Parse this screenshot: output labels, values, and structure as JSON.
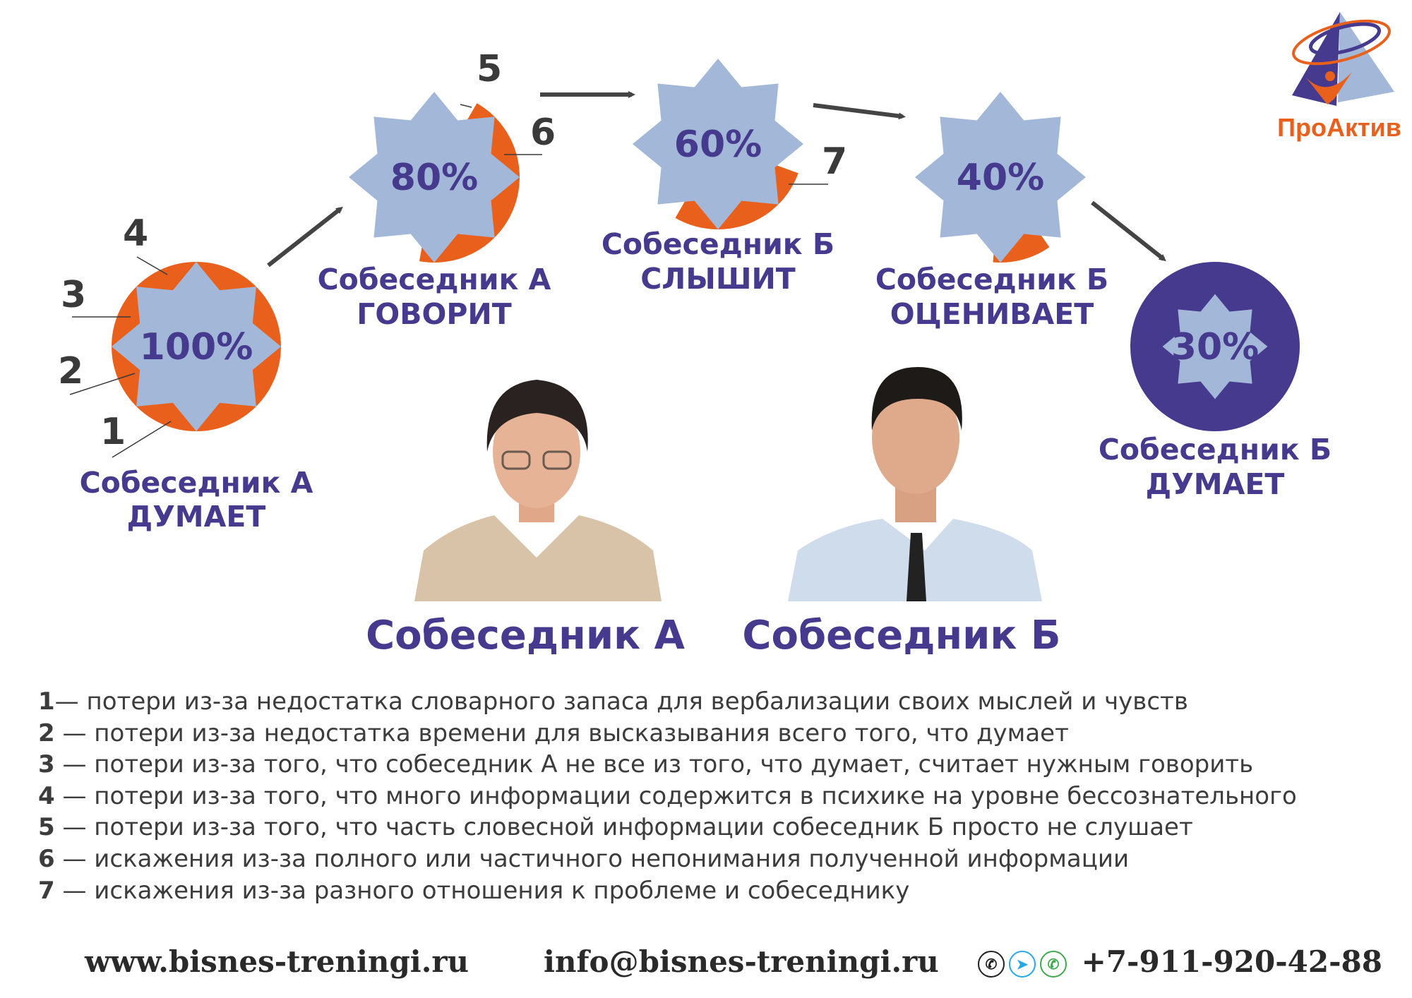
{
  "colors": {
    "star": "#a3b8d8",
    "orange": "#e8601c",
    "purple": "#463a8f",
    "dark": "#3a3a3a"
  },
  "logo": {
    "text": "ПроАктив"
  },
  "stages": [
    {
      "percent": "100%",
      "line1": "Собеседник А",
      "line2": "ДУМАЕТ"
    },
    {
      "percent": "80%",
      "line1": "Собеседник А",
      "line2": "ГОВОРИТ"
    },
    {
      "percent": "60%",
      "line1": "Собеседник Б",
      "line2": "СЛЫШИТ"
    },
    {
      "percent": "40%",
      "line1": "Собеседник Б",
      "line2": "ОЦЕНИВАЕТ"
    },
    {
      "percent": "30%",
      "line1": "Собеседник Б",
      "line2": "ДУМАЕТ"
    }
  ],
  "markers": [
    "1",
    "2",
    "3",
    "4",
    "5",
    "6",
    "7"
  ],
  "people": {
    "a": "Собеседник А",
    "b": "Собеседник Б"
  },
  "legend": [
    {
      "n": "1",
      "text": "— потери из-за недостатка словарного запаса для вербализации своих мыслей и чувств"
    },
    {
      "n": "2",
      "text": " — потери из-за недостатка времени для высказывания всего того, что думает"
    },
    {
      "n": "3",
      "text": " — потери из-за того, что собеседник А не все из того, что думает, считает нужным говорить"
    },
    {
      "n": "4",
      "text": " — потери из-за того, что много информации содержится в психике на уровне бессознательного"
    },
    {
      "n": "5",
      "text": " — потери из-за того, что часть словесной информации собеседник Б просто не слушает"
    },
    {
      "n": "6",
      "text": " — искажения из-за полного или частичного непонимания полученной информации"
    },
    {
      "n": "7",
      "text": " — искажения из-за разного отношения к проблеме и собеседнику"
    }
  ],
  "footer": {
    "site": "www.bisnes-treningi.ru",
    "email": "info@bisnes-treningi.ru",
    "phone": "+7-911-920-42-88"
  }
}
